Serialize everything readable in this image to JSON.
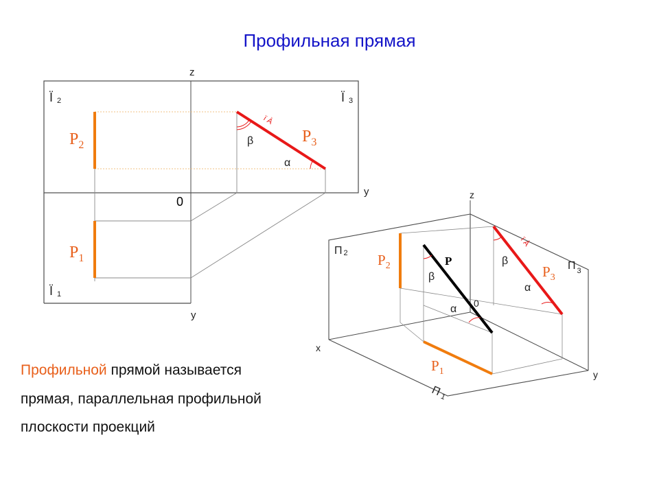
{
  "title": "Профильная прямая",
  "colors": {
    "title": "#1414c8",
    "highlight": "#e8601c",
    "orange_line": "#f07c0e",
    "red_line": "#e81818",
    "black_line": "#000000",
    "frame": "#4a4a4a",
    "thin": "#888888",
    "dotted_orange": "#f0c080"
  },
  "left_diagram": {
    "axis_z": "z",
    "axis_y_right": "y",
    "axis_y_bottom": "y",
    "origin": "0",
    "plane_p2_label": "Ï",
    "plane_p2_sub": "2",
    "plane_p3_label": "Ï",
    "plane_p3_sub": "3",
    "plane_p1_label": "Ï",
    "plane_p1_sub": "1",
    "p2_label": "P",
    "p2_sub": "2",
    "p3_label": "P",
    "p3_sub": "3",
    "p1_label": "P",
    "p1_sub": "1",
    "beta": "β",
    "alpha": "α",
    "true_length": "ï À"
  },
  "right_diagram": {
    "axis_z": "z",
    "axis_x": "x",
    "axis_y": "y",
    "origin": "0",
    "plane_p2_label": "П",
    "plane_p2_sub": "2",
    "plane_p3_label": "П",
    "plane_p3_sub": "3",
    "plane_p1_label": "П",
    "plane_p1_sub": "1",
    "p_label": "P",
    "p2_label": "P",
    "p2_sub": "2",
    "p3_label": "P",
    "p3_sub": "3",
    "p1_label": "P",
    "p1_sub": "1",
    "beta_center": "β",
    "alpha_center": "α",
    "beta_right": "β",
    "alpha_right": "α",
    "true_length": "ï À"
  },
  "definition": {
    "highlight": "Профильной",
    "line1_rest": " прямой называется",
    "line2": "прямая, параллельная профильной",
    "line3": "плоскости проекций"
  }
}
